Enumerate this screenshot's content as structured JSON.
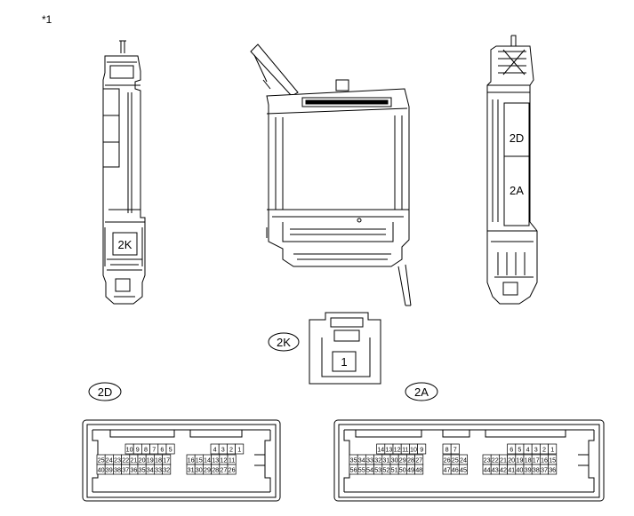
{
  "note_mark": "*1",
  "labels": {
    "left_module": "2K",
    "right_module_upper": "2D",
    "right_module_lower": "2A",
    "callout_2k": "2K",
    "callout_2d": "2D",
    "callout_2a": "2A"
  },
  "connector_2k": {
    "pin": "1"
  },
  "connector_2d": {
    "top_a": [
      "10",
      "9",
      "8",
      "7",
      "6",
      "5"
    ],
    "top_b": [
      "4",
      "3",
      "2",
      "1"
    ],
    "mid_a": [
      "25",
      "24",
      "23",
      "22",
      "21",
      "20",
      "19",
      "18",
      "17"
    ],
    "mid_b": [
      "16",
      "15",
      "14",
      "13",
      "12",
      "11"
    ],
    "bot_a": [
      "40",
      "39",
      "38",
      "37",
      "36",
      "35",
      "34",
      "33",
      "32"
    ],
    "bot_b": [
      "31",
      "30",
      "29",
      "28",
      "27",
      "26"
    ]
  },
  "connector_2a": {
    "top_a": [
      "14",
      "13",
      "12",
      "11",
      "10",
      "9"
    ],
    "top_b": [
      "8",
      "7"
    ],
    "top_c": [
      "6",
      "5",
      "4",
      "3",
      "2",
      "1"
    ],
    "mid_a": [
      "35",
      "34",
      "33",
      "32",
      "31",
      "30",
      "29",
      "28",
      "27"
    ],
    "mid_b": [
      "26",
      "25",
      "24"
    ],
    "mid_c": [
      "23",
      "22",
      "21",
      "20",
      "19",
      "18",
      "17",
      "16",
      "15"
    ],
    "bot_a": [
      "56",
      "55",
      "54",
      "53",
      "52",
      "51",
      "50",
      "49",
      "48"
    ],
    "bot_b": [
      "47",
      "46",
      "45"
    ],
    "bot_c": [
      "44",
      "43",
      "42",
      "41",
      "40",
      "39",
      "38",
      "37",
      "36"
    ]
  }
}
